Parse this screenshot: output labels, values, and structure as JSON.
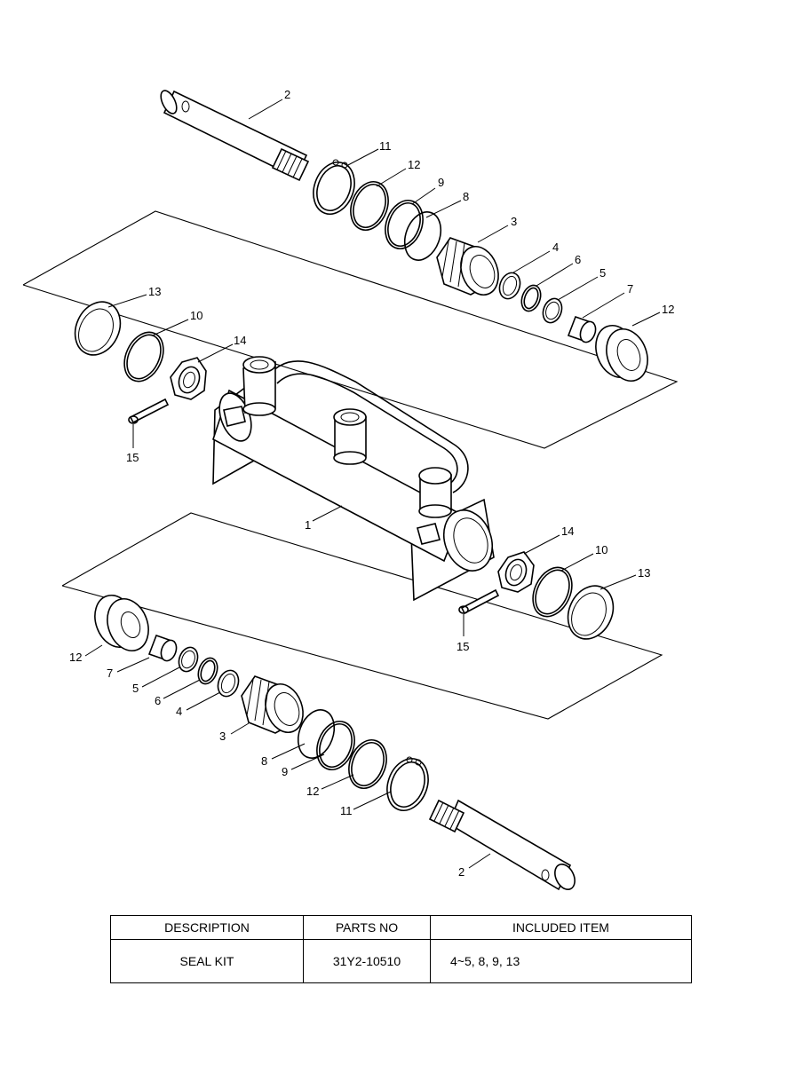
{
  "callouts": {
    "top_pin": "2",
    "top_snap_ring": "11",
    "top_ring_12": "12",
    "top_ring_9": "9",
    "top_oring_8": "8",
    "top_bushing_3": "3",
    "top_ring_4": "4",
    "top_ring_6": "6",
    "top_ring_5": "5",
    "top_bush_7": "7",
    "top_wiper_12": "12",
    "left_ring_13": "13",
    "left_oring_10": "10",
    "left_nut_14": "14",
    "left_pin_15": "15",
    "body": "1",
    "right_nut_14": "14",
    "right_oring_10": "10",
    "right_ring_13": "13",
    "right_pin_15": "15",
    "bot_wiper_12": "12",
    "bot_bush_7": "7",
    "bot_ring_5": "5",
    "bot_ring_6": "6",
    "bot_ring_4": "4",
    "bot_bushing_3": "3",
    "bot_oring_8": "8",
    "bot_ring_9": "9",
    "bot_ring_12": "12",
    "bot_snap_ring": "11",
    "bot_pin": "2"
  },
  "table": {
    "headers": {
      "description": "DESCRIPTION",
      "parts_no": "PARTS NO",
      "included_item": "INCLUDED ITEM"
    },
    "rows": [
      {
        "description": "SEAL KIT",
        "parts_no": "31Y2-10510",
        "included_item": "4~5, 8, 9, 13"
      }
    ]
  },
  "footer": {
    "code": ""
  }
}
